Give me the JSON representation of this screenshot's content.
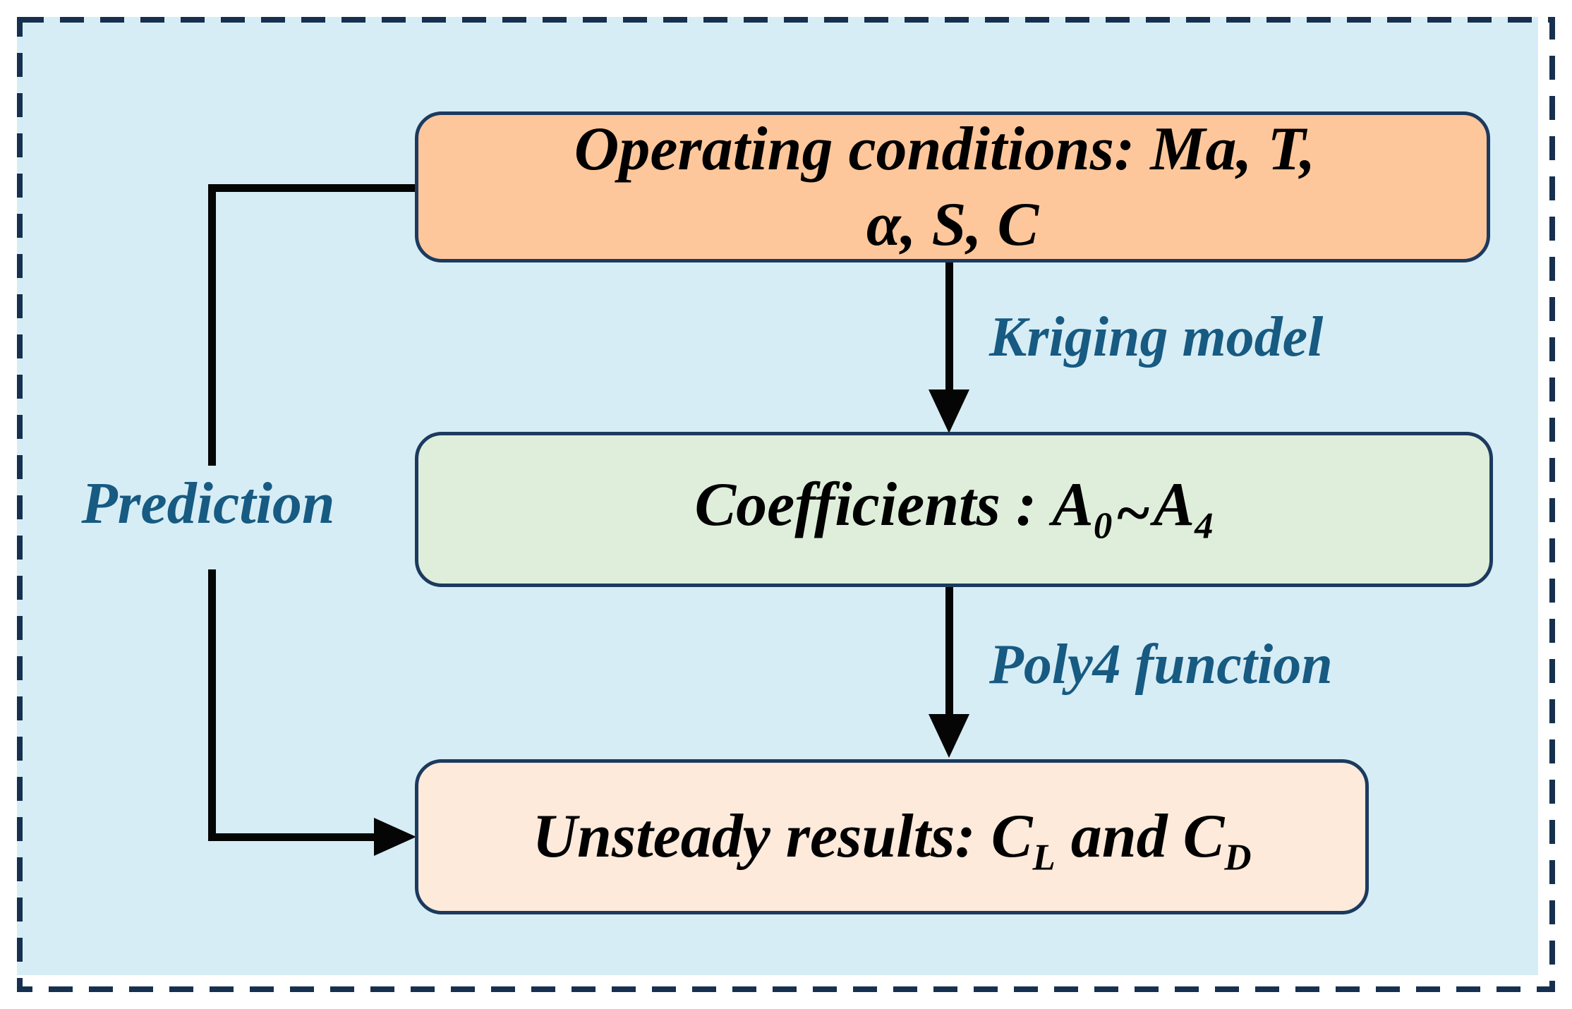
{
  "panel": {
    "background_color": "#d6edf5",
    "dashed_border_color": "#17304f",
    "box_border_color": "#1c3a5f",
    "edge_label_color": "#175a82"
  },
  "boxes": {
    "operating_conditions": {
      "fill": "#fec79b",
      "line1": "Operating conditions：Ma、T、",
      "line2": "α、S、C"
    },
    "coefficients": {
      "fill": "#deeeda",
      "label": "Coefficients ：",
      "symbol_start_base": "A",
      "symbol_start_sub": "0",
      "range_separator": "~",
      "symbol_end_base": "A",
      "symbol_end_sub": "4"
    },
    "unsteady_results": {
      "fill": "#fdeada",
      "label": "Unsteady results：",
      "coef_lift_base": "C",
      "coef_lift_sub": "L",
      "conjunction": " and ",
      "coef_drag_base": "C",
      "coef_drag_sub": "D"
    }
  },
  "edges": {
    "kriging_arrow_label": "Kriging model",
    "poly4_arrow_label": "Poly4 function",
    "prediction_loop_label": "Prediction"
  }
}
